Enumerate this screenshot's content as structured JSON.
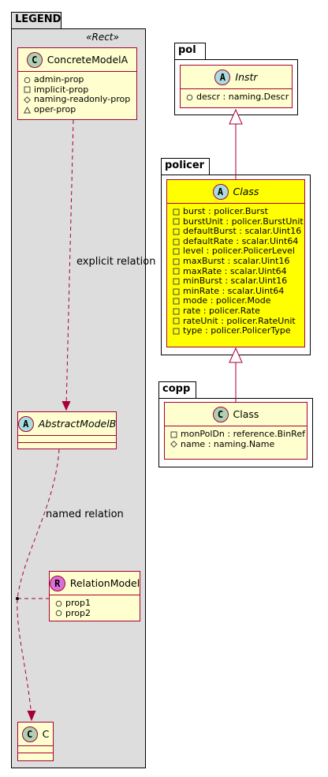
{
  "legend": {
    "title": "LEGEND",
    "stereotype": "«Rect»",
    "concrete_model": {
      "name": "ConcreteModelA",
      "badge": "C",
      "attributes": [
        {
          "visibility": "public",
          "text": "admin-prop"
        },
        {
          "visibility": "private",
          "text": "implicit-prop"
        },
        {
          "visibility": "protected",
          "text": "naming-readonly-prop"
        },
        {
          "visibility": "package",
          "text": "oper-prop"
        }
      ]
    },
    "abstract_model": {
      "name": "AbstractModelB",
      "badge": "A"
    },
    "relation_model": {
      "name": "RelationModel",
      "badge": "R",
      "attributes": [
        {
          "visibility": "public",
          "text": "prop1"
        },
        {
          "visibility": "public",
          "text": "prop2"
        }
      ]
    },
    "c_model": {
      "name": "C",
      "badge": "C"
    },
    "explicit_relation_label": "explicit relation",
    "named_relation_label": "named relation"
  },
  "pol": {
    "title": "pol",
    "instr": {
      "name": "Instr",
      "badge": "A",
      "attributes": [
        {
          "visibility": "public",
          "text": "descr : naming.Descr"
        }
      ]
    }
  },
  "policer": {
    "title": "policer",
    "class": {
      "name": "Class",
      "badge": "A",
      "attributes": [
        {
          "visibility": "private",
          "text": "burst : policer.Burst"
        },
        {
          "visibility": "private",
          "text": "burstUnit : policer.BurstUnit"
        },
        {
          "visibility": "private",
          "text": "defaultBurst : scalar.Uint16"
        },
        {
          "visibility": "private",
          "text": "defaultRate : scalar.Uint64"
        },
        {
          "visibility": "private",
          "text": "level : policer.PolicerLevel"
        },
        {
          "visibility": "private",
          "text": "maxBurst : scalar.Uint16"
        },
        {
          "visibility": "private",
          "text": "maxRate : scalar.Uint64"
        },
        {
          "visibility": "private",
          "text": "minBurst : scalar.Uint16"
        },
        {
          "visibility": "private",
          "text": "minRate : scalar.Uint64"
        },
        {
          "visibility": "private",
          "text": "mode : policer.Mode"
        },
        {
          "visibility": "private",
          "text": "rate : policer.Rate"
        },
        {
          "visibility": "private",
          "text": "rateUnit : policer.RateUnit"
        },
        {
          "visibility": "private",
          "text": "type : policer.PolicerType"
        }
      ]
    }
  },
  "copp": {
    "title": "copp",
    "class": {
      "name": "Class",
      "badge": "C",
      "attributes": [
        {
          "visibility": "private",
          "text": "monPolDn : reference.BinRef"
        },
        {
          "visibility": "protected",
          "text": "name : naming.Name"
        }
      ]
    }
  },
  "colors": {
    "border": "#a80036",
    "class_fill": "#fefece",
    "highlight_fill": "#ffff00",
    "legend_fill": "#dddddd"
  }
}
